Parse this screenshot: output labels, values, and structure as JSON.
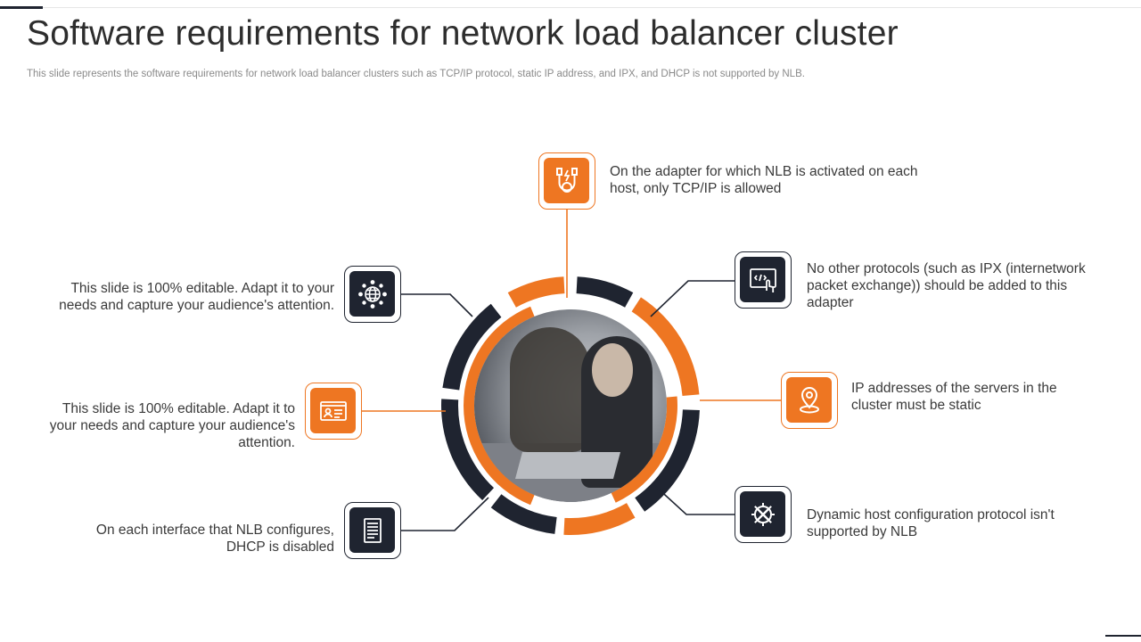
{
  "title": "Software requirements for network load balancer cluster",
  "subtitle": "This slide represents the software requirements for network load balancer clusters such as TCP/IP protocol, static IP  address, and IPX,  and DHCP is not supported by NLB.",
  "colors": {
    "accent": "#EE7622",
    "dark": "#1F2430"
  },
  "items": [
    {
      "icon": "cable-connector-icon",
      "text": "On the adapter for which NLB is activated on each host,  only TCP/IP is allowed"
    },
    {
      "icon": "code-touch-monitor-icon",
      "text": "No other protocols (such as IPX (internetwork  packet exchange)) should be added to this adapter"
    },
    {
      "icon": "location-pin-icon",
      "text": "IP addresses of the servers in the cluster must be static"
    },
    {
      "icon": "gear-tools-icon",
      "text": "Dynamic host configuration protocol isn't supported by NLB"
    },
    {
      "icon": "document-icon",
      "text": "On each interface that  NLB configures, DHCP is disabled"
    },
    {
      "icon": "id-card-icon",
      "text": "This slide is 100% editable. Adapt it to your needs and capture your audience's attention."
    },
    {
      "icon": "globe-network-icon",
      "text": "This slide is 100% editable. Adapt it to your needs and capture your audience's attention."
    }
  ]
}
